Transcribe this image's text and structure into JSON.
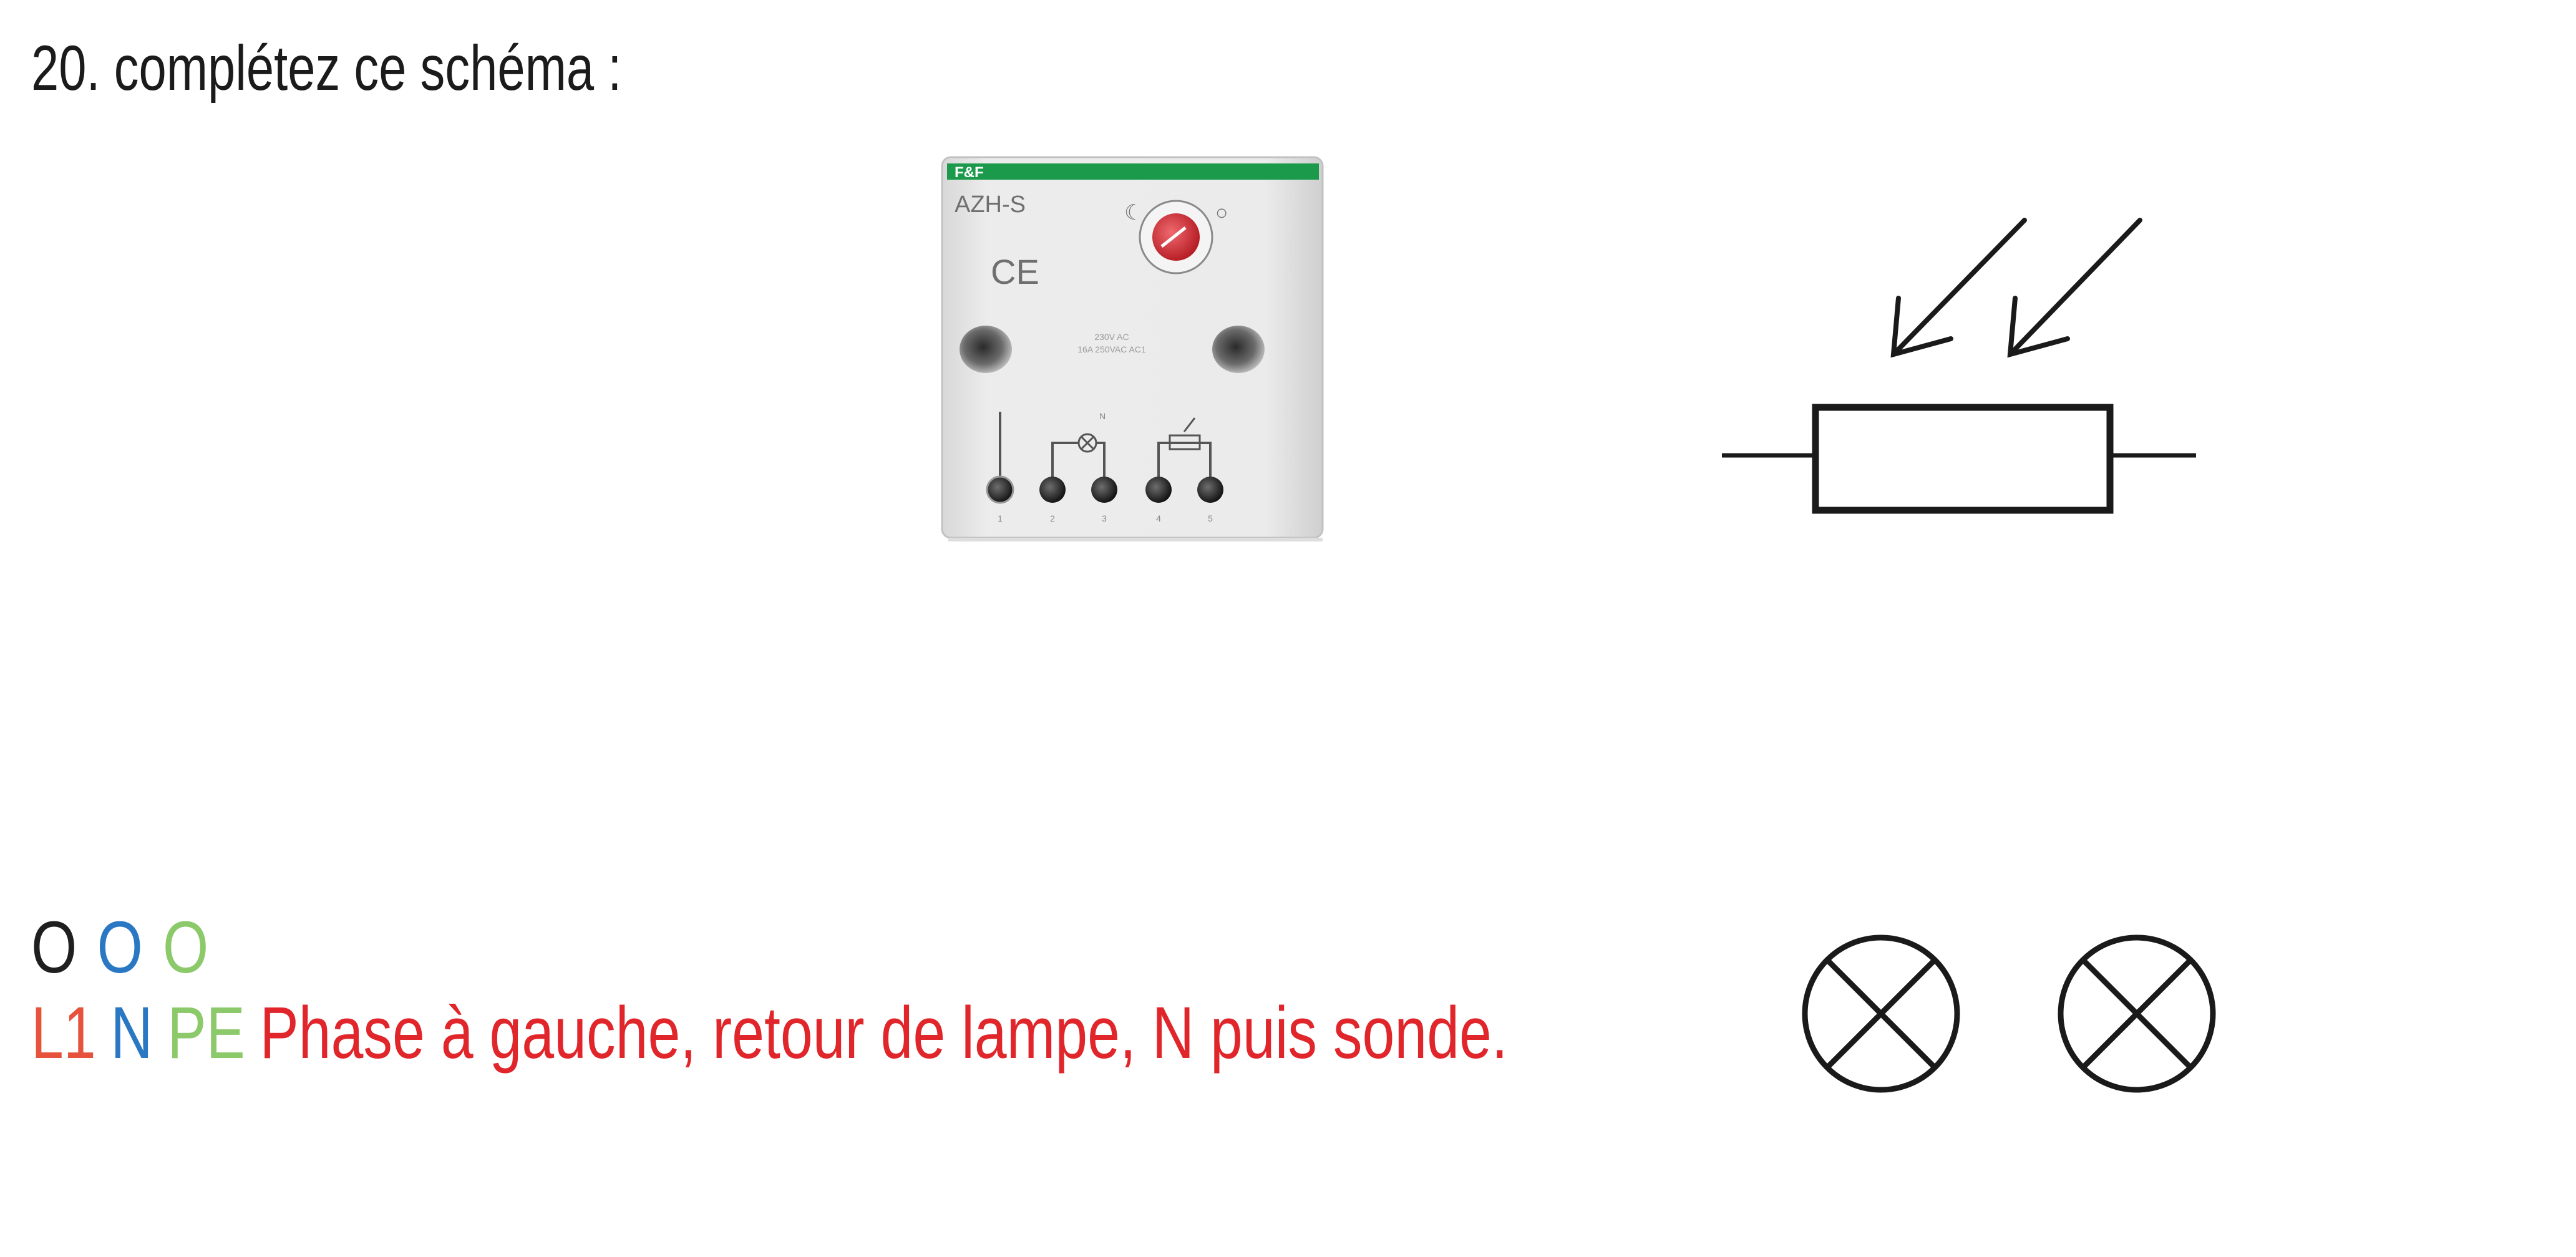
{
  "title": "20. complétez ce schéma :",
  "device": {
    "logo": "F&F",
    "model": "AZH-S",
    "ce_mark": "CE",
    "spec_line1": "230V AC",
    "spec_line2": "16A 250VAC AC1",
    "dial_left": "☾",
    "dial_right": "○",
    "terminal_labels": [
      "1",
      "2",
      "3",
      "4",
      "5"
    ]
  },
  "conductor_markers": {
    "circles": [
      "O",
      "O",
      "O"
    ],
    "labels": [
      "L1",
      "N",
      "PE"
    ],
    "note": "Phase à gauche, retour de lampe, N puis sonde."
  },
  "colors": {
    "black_wire": "#1f1f1f",
    "neutral_blue": "#2a78c3",
    "earth_green": "#8cc96a",
    "phase_red": "#e6523b",
    "note_red": "#e0262b",
    "device_green": "#1a9a4a",
    "dial_red": "#d8363c"
  },
  "symbols": {
    "ldr": "light-dependent-resistor",
    "lamps": [
      "lamp-1",
      "lamp-2"
    ]
  }
}
